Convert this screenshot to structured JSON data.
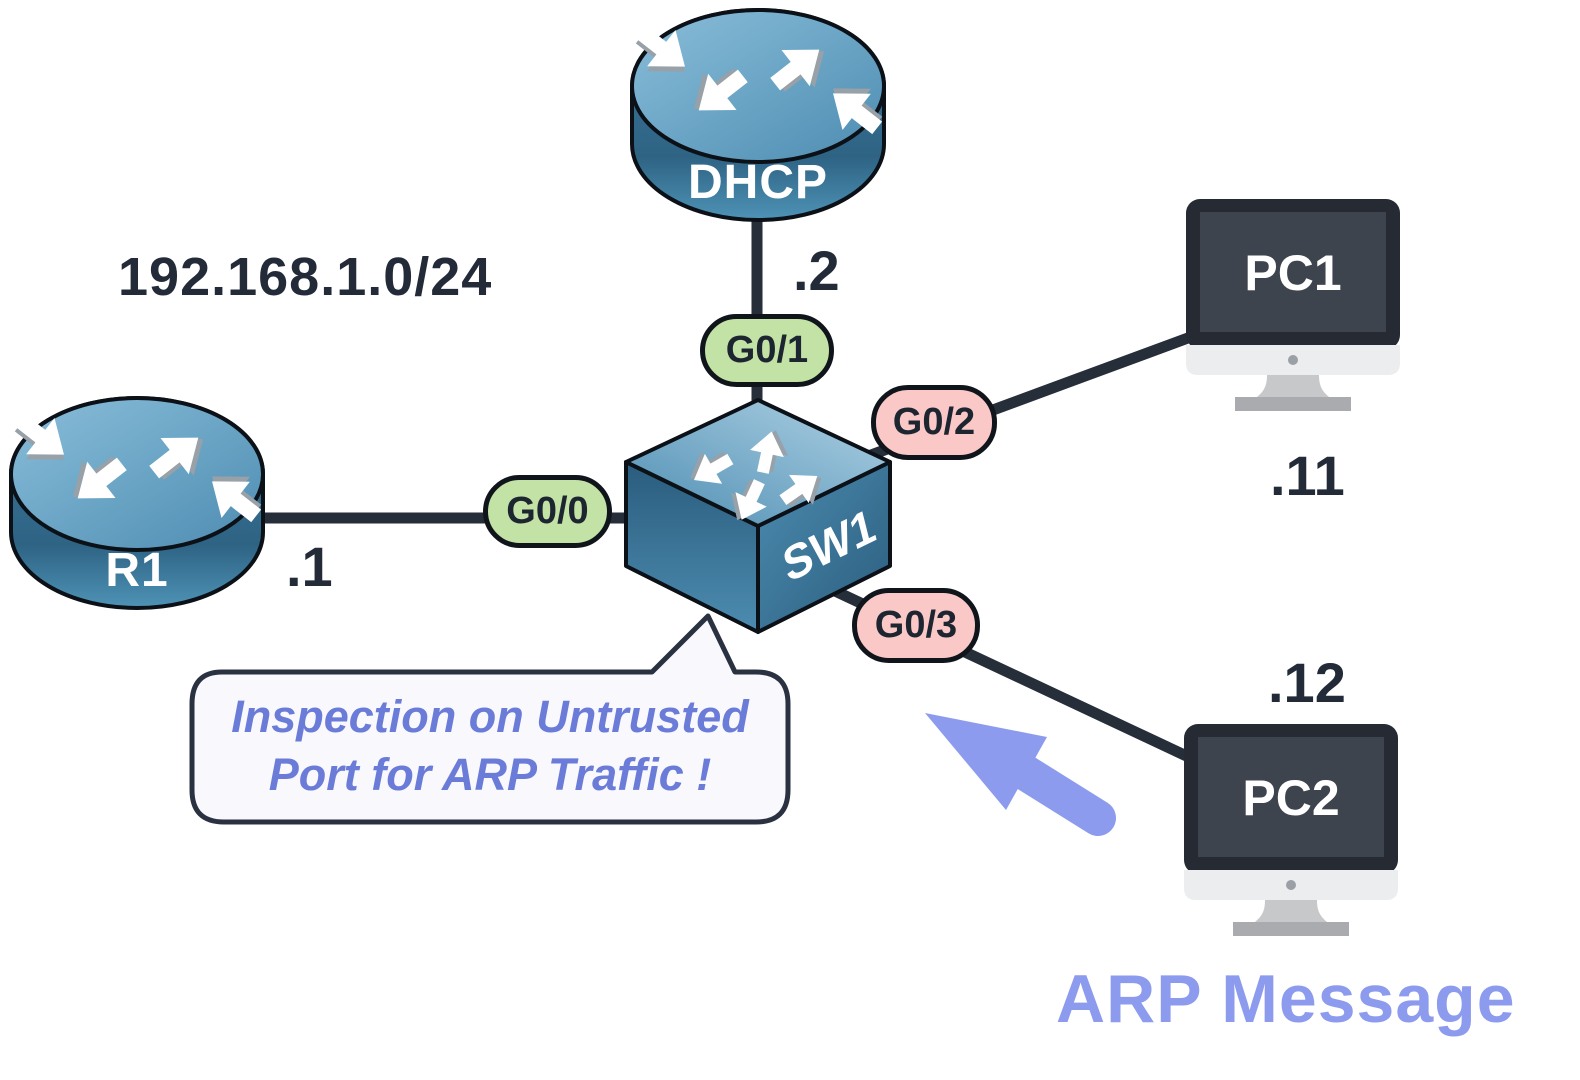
{
  "subnet": {
    "label": "192.168.1.0/24"
  },
  "devices": {
    "dhcp": {
      "label": "DHCP",
      "type": "router",
      "ip": ".2"
    },
    "r1": {
      "label": "R1",
      "type": "router",
      "ip": ".1"
    },
    "sw1": {
      "label": "SW1",
      "type": "switch"
    },
    "pc1": {
      "label": "PC1",
      "type": "pc",
      "ip": ".11"
    },
    "pc2": {
      "label": "PC2",
      "type": "pc",
      "ip": ".12"
    }
  },
  "ports": {
    "g00": {
      "label": "G0/0",
      "role": "trusted"
    },
    "g01": {
      "label": "G0/1",
      "role": "trusted"
    },
    "g02": {
      "label": "G0/2",
      "role": "untrusted"
    },
    "g03": {
      "label": "G0/3",
      "role": "untrusted"
    }
  },
  "callout": {
    "line1": "Inspection on Untrusted",
    "line2": "Port for ARP Traffic !"
  },
  "arp_message": {
    "label": "ARP Message"
  },
  "colors": {
    "link": "#262e3a",
    "trusted_port_fill": "#c3e2a5",
    "untrusted_port_fill": "#fbc8c8",
    "arrow_purple": "#8d9bee",
    "callout_text": "#6b7cd8",
    "device_blue": "#4886ac",
    "label_dark": "#232b38"
  }
}
